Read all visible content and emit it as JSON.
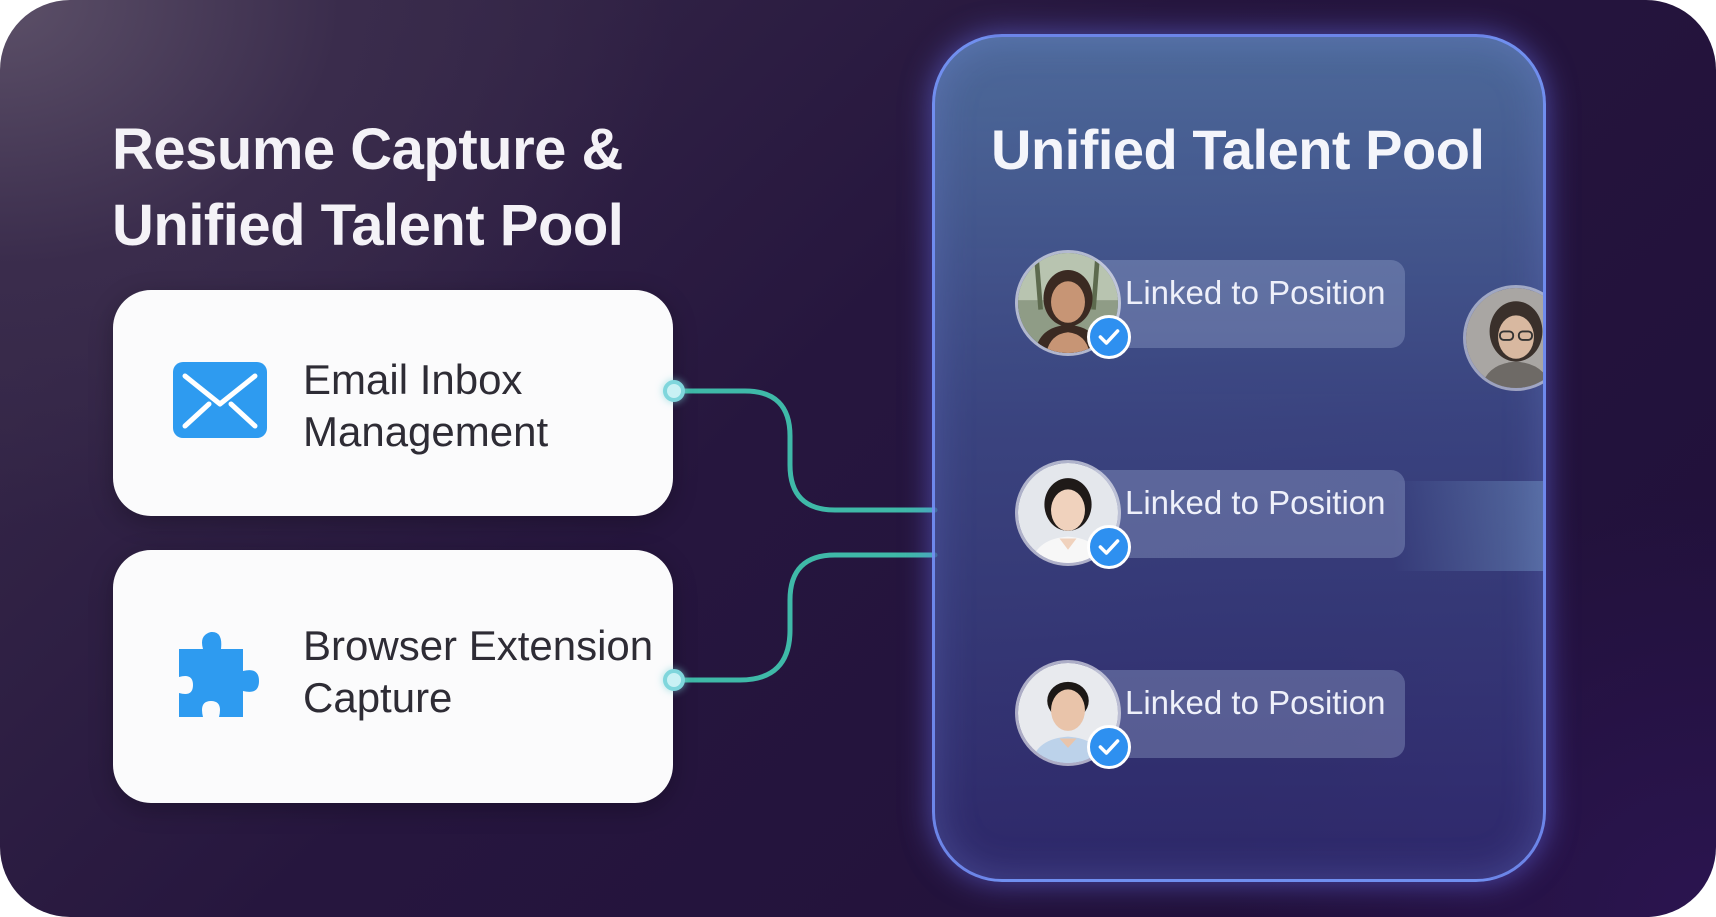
{
  "title": {
    "line1": "Resume Capture &",
    "line2": "Unified Talent Pool"
  },
  "sources": [
    {
      "label_line1": "Email Inbox",
      "label_line2": "Management",
      "icon": "mail-icon",
      "icon_color": "#2e9bf0"
    },
    {
      "label_line1": "Browser Extension",
      "label_line2": "Capture",
      "icon": "puzzle-icon",
      "icon_color": "#2e9bf0"
    }
  ],
  "pool": {
    "title": "Unified Talent Pool",
    "candidates": [
      {
        "status": "Linked to Position",
        "avatar": "candidate-avatar",
        "badge": "checkmark-icon"
      },
      {
        "status": "Linked to Position",
        "avatar": "candidate-avatar",
        "badge": "checkmark-icon"
      },
      {
        "status": "Linked to Position",
        "avatar": "candidate-avatar",
        "badge": "checkmark-icon"
      }
    ]
  },
  "colors": {
    "background": "#2a1a40",
    "connector": "#3fb9a8",
    "pool_border": "#7896ff",
    "accent_blue": "#2e90f0",
    "card": "#fbfbfc"
  }
}
